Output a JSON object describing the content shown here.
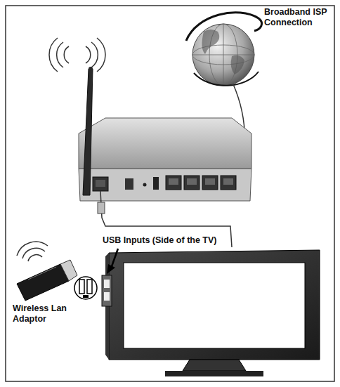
{
  "diagram": {
    "labels": [
      "Broadband ISP Connection",
      "USB Inputs (Side of the TV)",
      "Wireless Lan Adaptor"
    ]
  }
}
